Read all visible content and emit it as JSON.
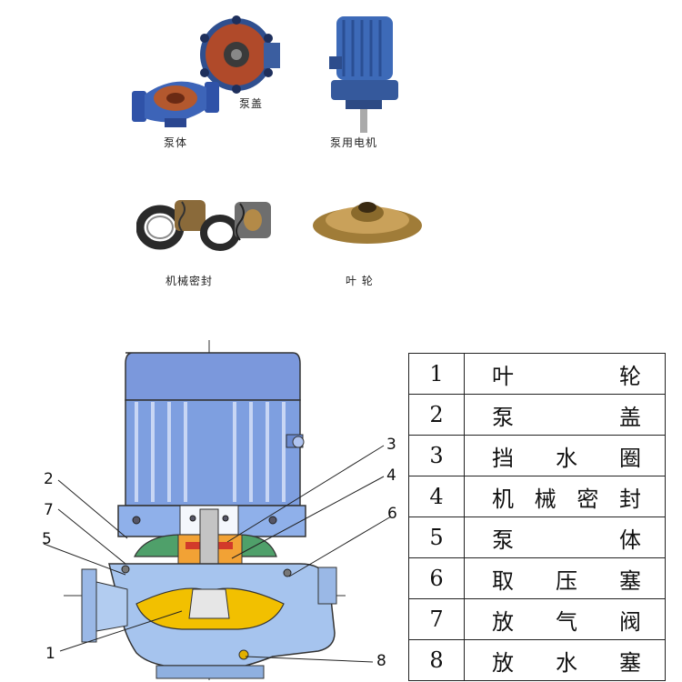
{
  "photos": {
    "pump_cover": "泵盖",
    "pump_body": "泵体",
    "motor": "泵用电机",
    "mechanical_seal": "机械密封",
    "impeller": "叶 轮"
  },
  "callouts": [
    "1",
    "2",
    "3",
    "4",
    "5",
    "6",
    "7",
    "8"
  ],
  "parts": [
    {
      "num": "1",
      "name": "叶轮"
    },
    {
      "num": "2",
      "name": "泵盖"
    },
    {
      "num": "3",
      "name": "挡水圈"
    },
    {
      "num": "4",
      "name": "机械密封"
    },
    {
      "num": "5",
      "name": "泵体"
    },
    {
      "num": "6",
      "name": "取压塞"
    },
    {
      "num": "7",
      "name": "放气阀"
    },
    {
      "num": "8",
      "name": "放水塞"
    }
  ],
  "colors": {
    "motor_blue": "#6f8fd6",
    "casing_blue": "#8fb4e8",
    "impeller_yellow": "#f2c000",
    "seal_orange": "#f0a030",
    "cover_green": "#4fa06a"
  }
}
